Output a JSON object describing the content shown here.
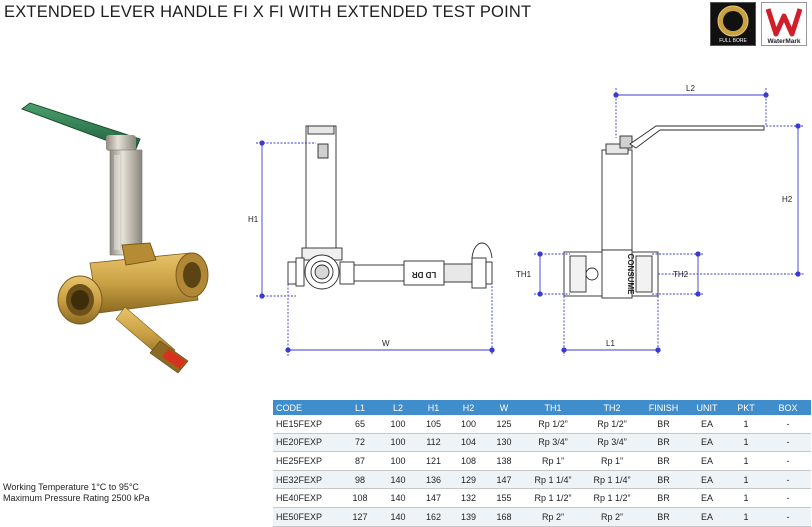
{
  "title": "EXTENDED LEVER HANDLE FI X FI WITH EXTENDED TEST POINT",
  "logos": {
    "full_bore": "FULL BORE",
    "watermark": "WaterMark"
  },
  "dimension_labels": {
    "h1": "H1",
    "w": "W",
    "l2": "L2",
    "h2": "H2",
    "th1": "TH1",
    "th2": "TH2",
    "l1": "L1"
  },
  "specs": {
    "working_temperature": "Working Temperature  1°C to 95°C",
    "max_pressure": "Maximum Pressure Rating  2500 kPa"
  },
  "table": {
    "headers": [
      "CODE",
      "L1",
      "L2",
      "H1",
      "H2",
      "W",
      "TH1",
      "TH2",
      "FINISH",
      "UNIT",
      "PKT",
      "BOX"
    ],
    "rows": [
      [
        "HE15FEXP",
        "65",
        "100",
        "105",
        "100",
        "125",
        "Rp 1/2”",
        "Rp 1/2”",
        "BR",
        "EA",
        "1",
        "-"
      ],
      [
        "HE20FEXP",
        "72",
        "100",
        "112",
        "104",
        "130",
        "Rp 3/4”",
        "Rp 3/4”",
        "BR",
        "EA",
        "1",
        "-"
      ],
      [
        "HE25FEXP",
        "87",
        "100",
        "121",
        "108",
        "138",
        "Rp 1”",
        "Rp 1”",
        "BR",
        "EA",
        "1",
        "-"
      ],
      [
        "HE32FEXP",
        "98",
        "140",
        "136",
        "129",
        "147",
        "Rp 1 1/4”",
        "Rp 1 1/4”",
        "BR",
        "EA",
        "1",
        "-"
      ],
      [
        "HE40FEXP",
        "108",
        "140",
        "147",
        "132",
        "155",
        "Rp 1 1/2”",
        "Rp 1 1/2”",
        "BR",
        "EA",
        "1",
        "-"
      ],
      [
        "HE50FEXP",
        "127",
        "140",
        "162",
        "139",
        "168",
        "Rp 2”",
        "Rp 2”",
        "BR",
        "EA",
        "1",
        "-"
      ]
    ]
  },
  "colors": {
    "header_blue": "#3f8dca",
    "dimension_blue": "#3b3bd1",
    "lever_green": "#2e7d4f",
    "brass": "#c9a044",
    "test_point_red": "#d6321e"
  }
}
